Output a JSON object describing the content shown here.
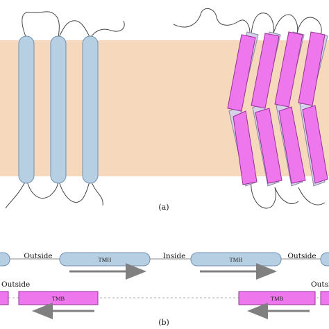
{
  "panel_a": {
    "caption": "(a)",
    "colors": {
      "membrane": "#f6d8bd",
      "helix": "#b7cfe3",
      "helix_stroke": "#6f8fb0",
      "strand": "#ef77ee",
      "strand_stroke": "#9a2f98",
      "strand_back": "#d6d2e8",
      "loop": "#444444"
    }
  },
  "panel_b": {
    "caption": "(b)",
    "row1": {
      "labels": [
        "Outside",
        "Inside",
        "Outside"
      ],
      "bars": [
        "TMH",
        "TMH"
      ]
    },
    "row2": {
      "labels": [
        "Outside",
        "Outsi"
      ],
      "bars": [
        "TMB"
      ]
    },
    "colors": {
      "tmh_fill": "#b7cfe3",
      "tmh_stroke": "#6f8fb0",
      "tmb_fill": "#ee77ee",
      "tmb_stroke": "#9a2f98",
      "arrow": "#808080",
      "dash": "#aaaaaa"
    }
  }
}
